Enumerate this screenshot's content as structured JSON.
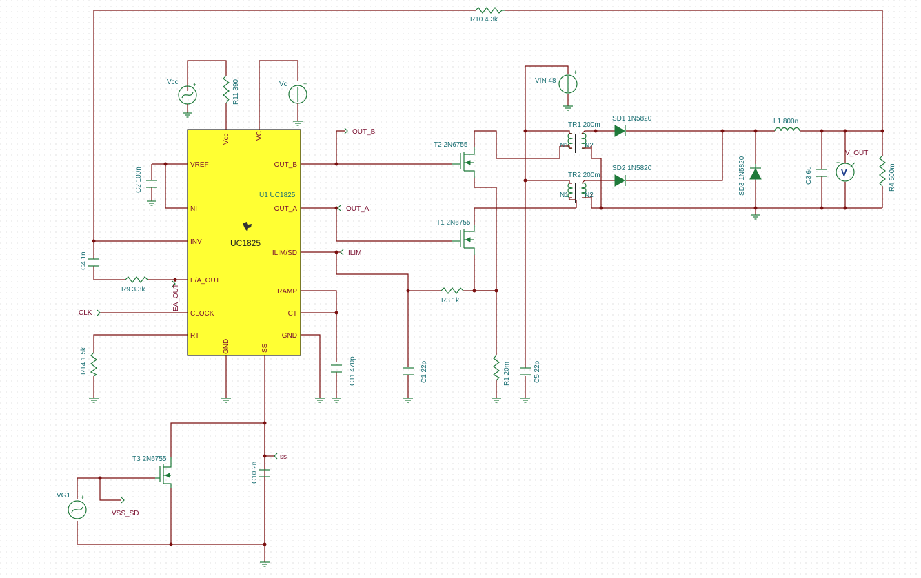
{
  "chip": {
    "title": "UC1825",
    "ref": "U1 UC1825",
    "pins": {
      "vref": "VREF",
      "ni": "NI",
      "inv": "INV",
      "ea_out": "E/A_OUT",
      "clock": "CLOCK",
      "rt": "RT",
      "out_b": "OUT_B",
      "out_a": "OUT_A",
      "ilim": "ILIM/SD",
      "ramp": "RAMP",
      "ct": "CT",
      "gnd": "GND",
      "vcc": "Vcc",
      "vc": "VC",
      "gnd_b": "GND",
      "ss": "SS"
    },
    "fill_color": "#ffff33"
  },
  "sources": {
    "vcc": "Vcc",
    "vc": "Vc",
    "vin": "VIN 48",
    "vg1": "VG1"
  },
  "components": {
    "r10": "R10 4.3k",
    "r11": "R11 390",
    "c2": "C2 100n",
    "c4": "C4 1n",
    "r9": "R9 3.3k",
    "r14": "R14 1.5k",
    "c11": "C11 470p",
    "c1": "C1 22p",
    "r3": "R3 1k",
    "r1": "R1 20m",
    "c5": "C5 22p",
    "t1": "T1 2N6755",
    "t2": "T2 2N6755",
    "t3": "T3 2N6755",
    "tr1": "TR1 200m",
    "tr2": "TR2 200m",
    "sd1": "SD1 1N5820",
    "sd2": "SD2 1N5820",
    "sd3": "SD3 1N5820",
    "l1": "L1 800n",
    "c3": "C3 6u",
    "r4": "R4 500m",
    "c10": "C10 2n",
    "n1": "N1",
    "n2": "N2",
    "voltmeter": "V"
  },
  "net_labels": {
    "out_b": "OUT_B",
    "out_a": "OUT_A",
    "ilim": "ILIM",
    "ea_out": "EA_OUT",
    "clk": "CLK",
    "ss": "ss",
    "vss_sd": "VSS_SD",
    "v_out": "V_OUT"
  },
  "colors": {
    "wire": "#7a0f0f",
    "component": "#1f7a3a",
    "label": "#1a6f73",
    "pin": "#7a1030"
  }
}
